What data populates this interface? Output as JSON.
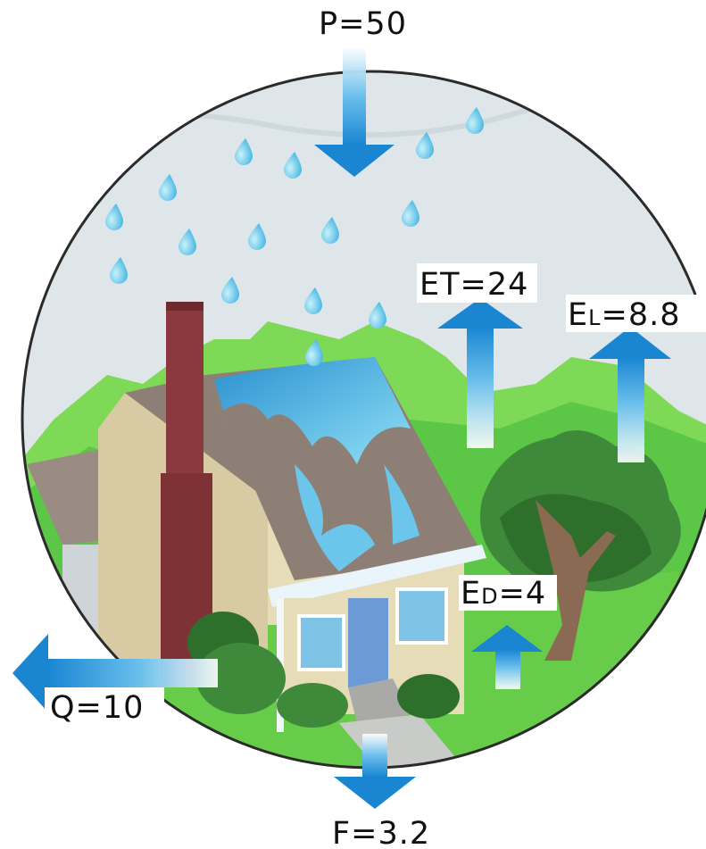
{
  "labels": {
    "precipitation": "P=50",
    "evapotranspiration": "ET=24",
    "el": {
      "main": "E",
      "sub": "L",
      "rest": "=8.8"
    },
    "ed": {
      "main": "E",
      "sub": "D",
      "rest": "=4"
    },
    "runoff": "Q=10",
    "infiltration": "F=3.2"
  },
  "colors": {
    "sky": "#dfe6ea",
    "arrow_blue": "#1e8fd6",
    "arrow_light": "#cfeafa",
    "drop": "#55c3e6",
    "grass": "#7ed957",
    "chimney": "#8a3a3e",
    "roof": "#8d7f76",
    "wall": "#d8caa2"
  },
  "icons": [
    "raindrop-icon",
    "house-icon",
    "tree-icon",
    "chimney-icon",
    "shrub-icon"
  ]
}
